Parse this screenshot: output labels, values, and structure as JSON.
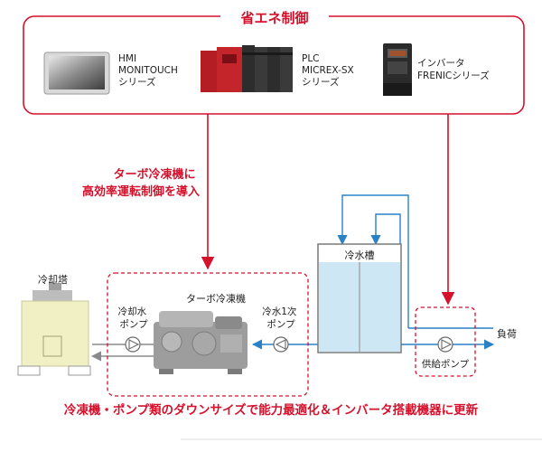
{
  "control_box": {
    "title": "省エネ制御",
    "devices": [
      {
        "name": "hmi",
        "lines": [
          "HMI",
          "MONITOUCH",
          "シリーズ"
        ]
      },
      {
        "name": "plc",
        "lines": [
          "PLC",
          "MICREX-SX",
          "シリーズ"
        ]
      },
      {
        "name": "inverter",
        "lines": [
          "インバータ",
          "FRENICシリーズ"
        ]
      }
    ]
  },
  "annotation": {
    "lines": [
      "ターボ冷凍機に",
      "高効率運転制御を導入"
    ]
  },
  "labels": {
    "cooling_tower": "冷却塔",
    "cooling_water_pump": [
      "冷却水",
      "ポンプ"
    ],
    "turbo_chiller": "ターボ冷凍機",
    "primary_pump": [
      "冷水1次",
      "ポンプ"
    ],
    "cold_water_tank": "冷水槽",
    "load": "負荷",
    "supply_pump": "供給ポンプ"
  },
  "footer": {
    "text": "冷凍機・ポンプ類のダウンサイズで能力最適化＆インバータ搭載機器に更新"
  },
  "colors": {
    "accent_red": "#d5112c",
    "pipe_blue": "#2a82c6",
    "pipe_gray": "#8a8a8a",
    "tower_fill": "#f0f0c4",
    "tank_water": "#cde7f4"
  }
}
